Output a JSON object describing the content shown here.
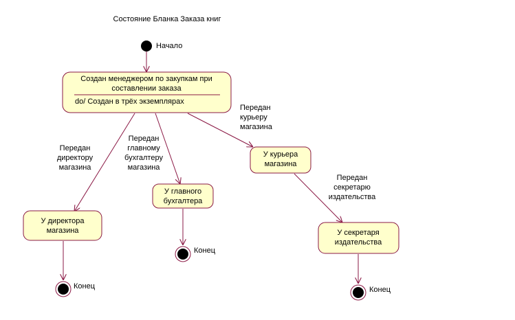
{
  "title": "Состояние Бланка Заказа книг",
  "colors": {
    "line": "#8a1844",
    "fill": "#ffffcc",
    "node": "#000000"
  },
  "start": {
    "label": "Начало"
  },
  "states": {
    "main": {
      "line1": "Создан менеджером по закупкам при",
      "line2": "составлении заказа",
      "activity": "do/ Создан в трёх экземплярах"
    },
    "director": {
      "line1": "У директора",
      "line2": "магазина"
    },
    "accountant": {
      "line1": "У главного",
      "line2": "бухгалтера"
    },
    "courier": {
      "line1": "У курьера",
      "line2": "магазина"
    },
    "secretary": {
      "line1": "У секретаря",
      "line2": "издательства"
    }
  },
  "transitions": {
    "to_director": [
      "Передан",
      "директору",
      "магазина"
    ],
    "to_accountant": [
      "Передан",
      "главному",
      "бухгалтеру",
      "магазина"
    ],
    "to_courier": [
      "Передан",
      "курьеру",
      "магазина"
    ],
    "to_secretary": [
      "Передан",
      "секретарю",
      "издательства"
    ]
  },
  "end": {
    "label": "Конец"
  }
}
